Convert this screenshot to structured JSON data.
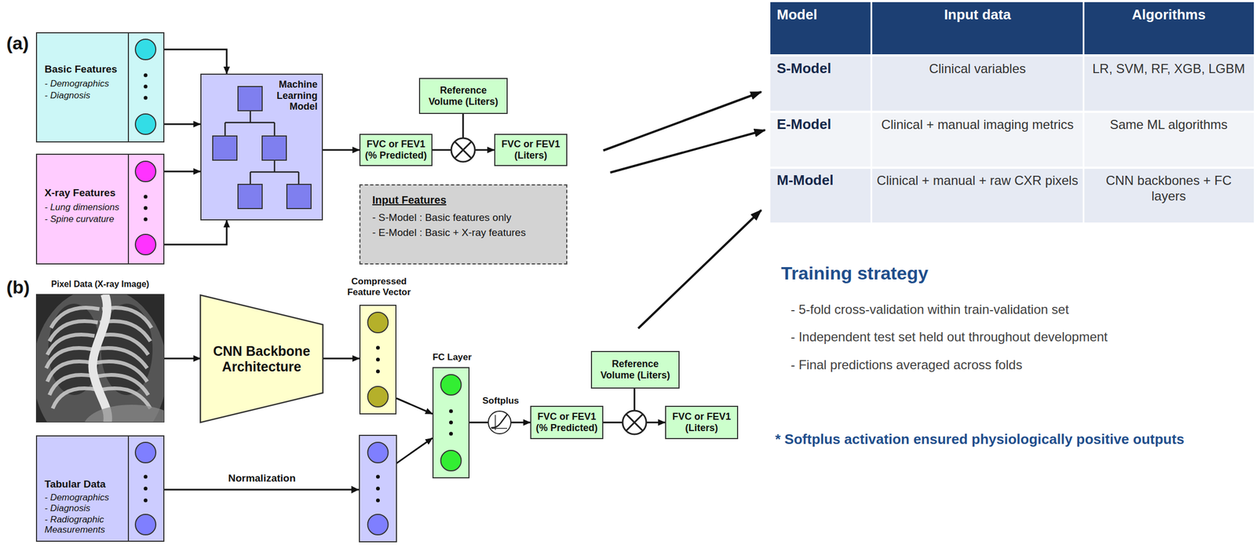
{
  "diagram": {
    "nodes": [
      {
        "text": [
          "Basic Features",
          "- Demographics",
          "- Diagnosis"
        ]
      },
      {
        "text": [
          "X-ray Features",
          "- Lung dimensions",
          "- Spine curvature"
        ]
      },
      {
        "text": [
          "Machine Learning Model"
        ]
      },
      {
        "text": [
          "FVC or FEV1 (% Predicted)"
        ]
      },
      {
        "text": [
          "Reference Volume (Liters)"
        ]
      },
      {
        "text": [
          "FVC or FEV1 (Liters)"
        ]
      },
      {
        "text": [
          "Input Features",
          "- S-Model : Basic features only",
          "- E-Model : Basic + X-ray features"
        ]
      },
      {
        "text": [
          "Pixel Data (X-ray Image)"
        ]
      },
      {
        "text": [
          "CNN Backbone Architecture"
        ]
      },
      {
        "text": [
          "Compressed Feature Vector"
        ]
      },
      {
        "text": [
          "Tabular Data",
          "- Demographics",
          "- Diagnosis",
          "- Radiographic Measurements"
        ]
      },
      {
        "text": [
          "FC Layer"
        ]
      },
      {
        "text": [
          "Softplus"
        ]
      },
      {
        "text": [
          "FVC or FEV1 (% Predicted)"
        ]
      },
      {
        "text": [
          "Reference Volume (Liters)"
        ]
      },
      {
        "text": [
          "FVC or FEV1 (Liters)"
        ]
      }
    ],
    "edges": [
      {
        "from": 0,
        "to": 2,
        "arrow": "to"
      },
      {
        "from": 0,
        "to": 2,
        "arrow": "to"
      },
      {
        "from": 1,
        "to": 2,
        "arrow": "to"
      },
      {
        "from": 1,
        "to": 2,
        "arrow": "to"
      },
      {
        "from": 2,
        "to": 3,
        "arrow": "to"
      },
      {
        "from": 3,
        "to": 5,
        "arrow": "to"
      },
      {
        "from": 7,
        "to": 8,
        "arrow": "to"
      },
      {
        "from": 8,
        "to": 9,
        "arrow": "to"
      },
      {
        "from": 10,
        "to": 11,
        "label": "Normalization",
        "arrow": "to"
      },
      {
        "from": 9,
        "to": 11,
        "arrow": "to"
      },
      {
        "from": 11,
        "to": 12,
        "arrow": "none"
      },
      {
        "from": 12,
        "to": 13,
        "arrow": "to"
      },
      {
        "from": 13,
        "to": 15,
        "arrow": "to"
      }
    ],
    "labels": [
      "(a)",
      "(b)",
      "Model",
      "Input data",
      "Algorithms",
      "S-Model",
      "Clinical variables",
      "LR, SVM, RF, XGB, LGBM",
      "E-Model",
      "Clinical + manual imaging metrics",
      "Same ML algorithms",
      "M-Model",
      "Clinical + manual + raw CXR pixels",
      "CNN backbones + FC layers",
      "Training strategy",
      "- 5-fold cross-validation within train-validation set",
      "- Independent test set held out throughout development",
      "- Final predictions averaged across folds",
      "* Softplus activation ensured physiologically positive outputs"
    ]
  }
}
